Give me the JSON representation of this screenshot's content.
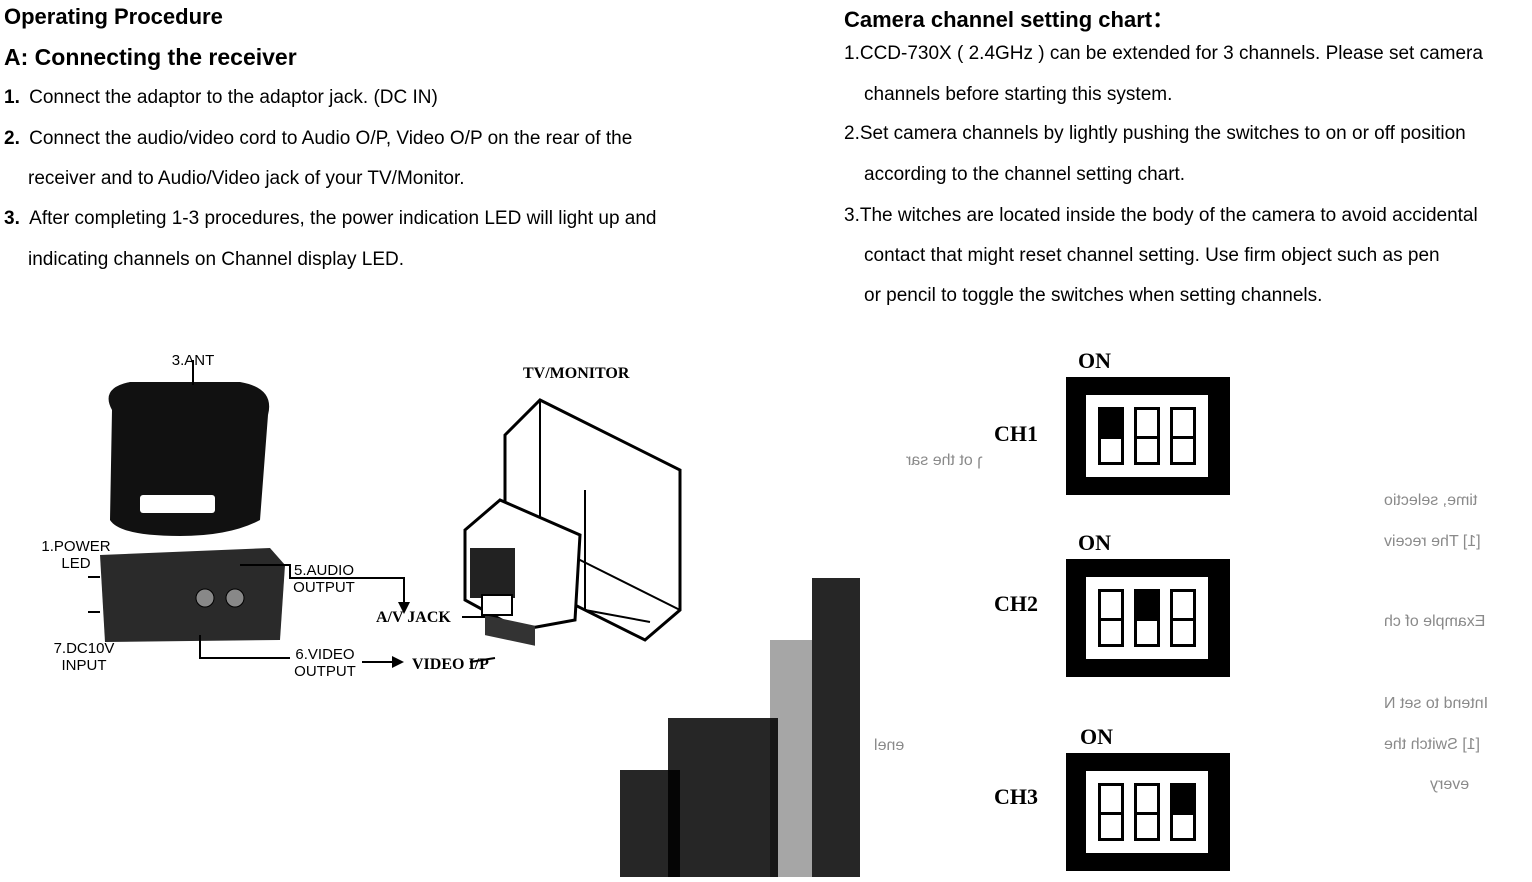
{
  "left": {
    "title": "Operating Procedure",
    "subtitle": "A: Connecting the receiver",
    "steps": [
      {
        "num": "1.",
        "text": "Connect the adaptor to the adaptor jack. (DC IN)"
      },
      {
        "num": "2.",
        "text": "Connect the audio/video cord to Audio O/P, Video O/P on the rear of the"
      },
      {
        "num": "",
        "text": "receiver and to Audio/Video jack of your TV/Monitor."
      },
      {
        "num": "3.",
        "text": "After completing 1-3 procedures, the power indication LED will light up and"
      },
      {
        "num": "",
        "text": "indicating channels on Channel display LED."
      }
    ],
    "diagram": {
      "ant": "3.ANT",
      "power_led": "1.POWER\nLED",
      "audio_out": "5.AUDIO\nOUTPUT",
      "dc_input": "7.DC10V\nINPUT",
      "video_out": "6.VIDEO\nOUTPUT",
      "tv_monitor": "TV/MONITOR",
      "av_jack": "A/V JACK",
      "video_ip": "VIDEO I/P"
    }
  },
  "right": {
    "title": "Camera channel setting chart：",
    "lines": [
      "1.CCD-730X ( 2.4GHz ) can be extended for 3 channels. Please set camera",
      "channels before starting this system.",
      "2.Set camera channels by lightly pushing the switches to on or off position",
      "according to the channel setting chart.",
      "3.The witches are located inside the body of the camera to avoid accidental",
      "contact that might reset channel setting. Use firm object such as pen",
      "or pencil to toggle the switches when setting channels."
    ],
    "channels": [
      {
        "on_label": "ON",
        "name": "CH1",
        "active_switch": 1
      },
      {
        "on_label": "ON",
        "name": "CH2",
        "active_switch": 2
      },
      {
        "on_label": "ON",
        "name": "CH3",
        "active_switch": 3
      }
    ],
    "bleed": [
      "ɿ ot the sar",
      "time, selectio",
      "[1] The receiv",
      "Example of ch",
      "Intend to set N",
      "[1] Switch the",
      "every",
      "enel"
    ]
  },
  "colors": {
    "ink": "#000000",
    "paper": "#ffffff",
    "bleed": "#8a8a8a"
  }
}
